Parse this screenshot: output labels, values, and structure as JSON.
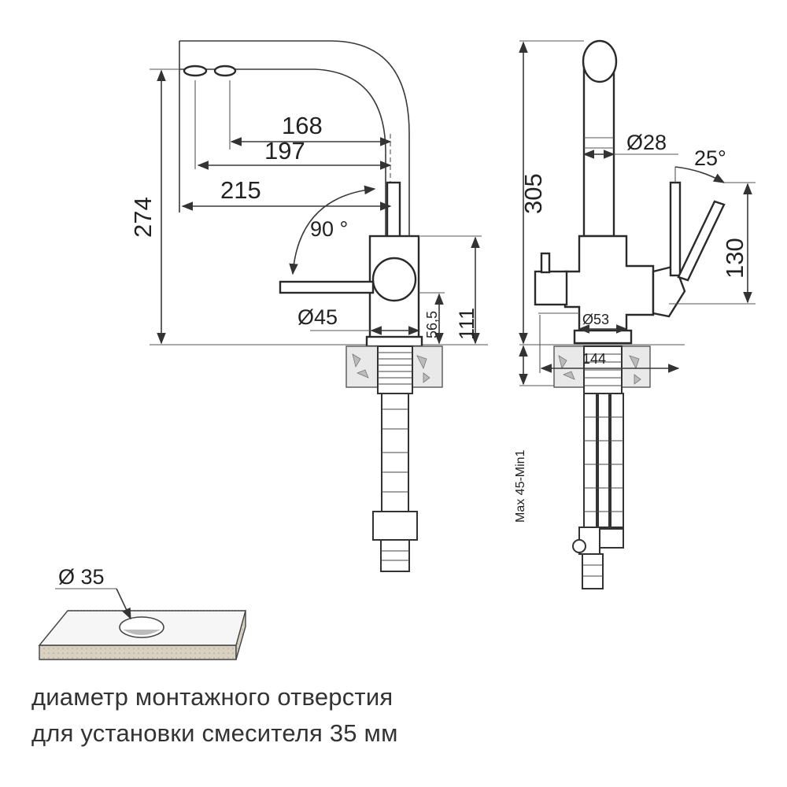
{
  "dimensions": {
    "side": {
      "d168": "168",
      "d197": "197",
      "d215": "215",
      "d274": "274",
      "angle_90": "90 °",
      "d45": "Ø45",
      "d56_5": "56,5",
      "d111": "111"
    },
    "front": {
      "d305": "305",
      "d28": "Ø28",
      "angle_25": "25°",
      "d130": "130",
      "d53": "Ø53",
      "d144": "144",
      "max_min": "Max 45-Min1"
    },
    "hole": {
      "d35": "Ø 35"
    }
  },
  "caption": {
    "line1": "диаметр монтажного отверстия",
    "line2": "для установки смесителя 35 мм"
  }
}
